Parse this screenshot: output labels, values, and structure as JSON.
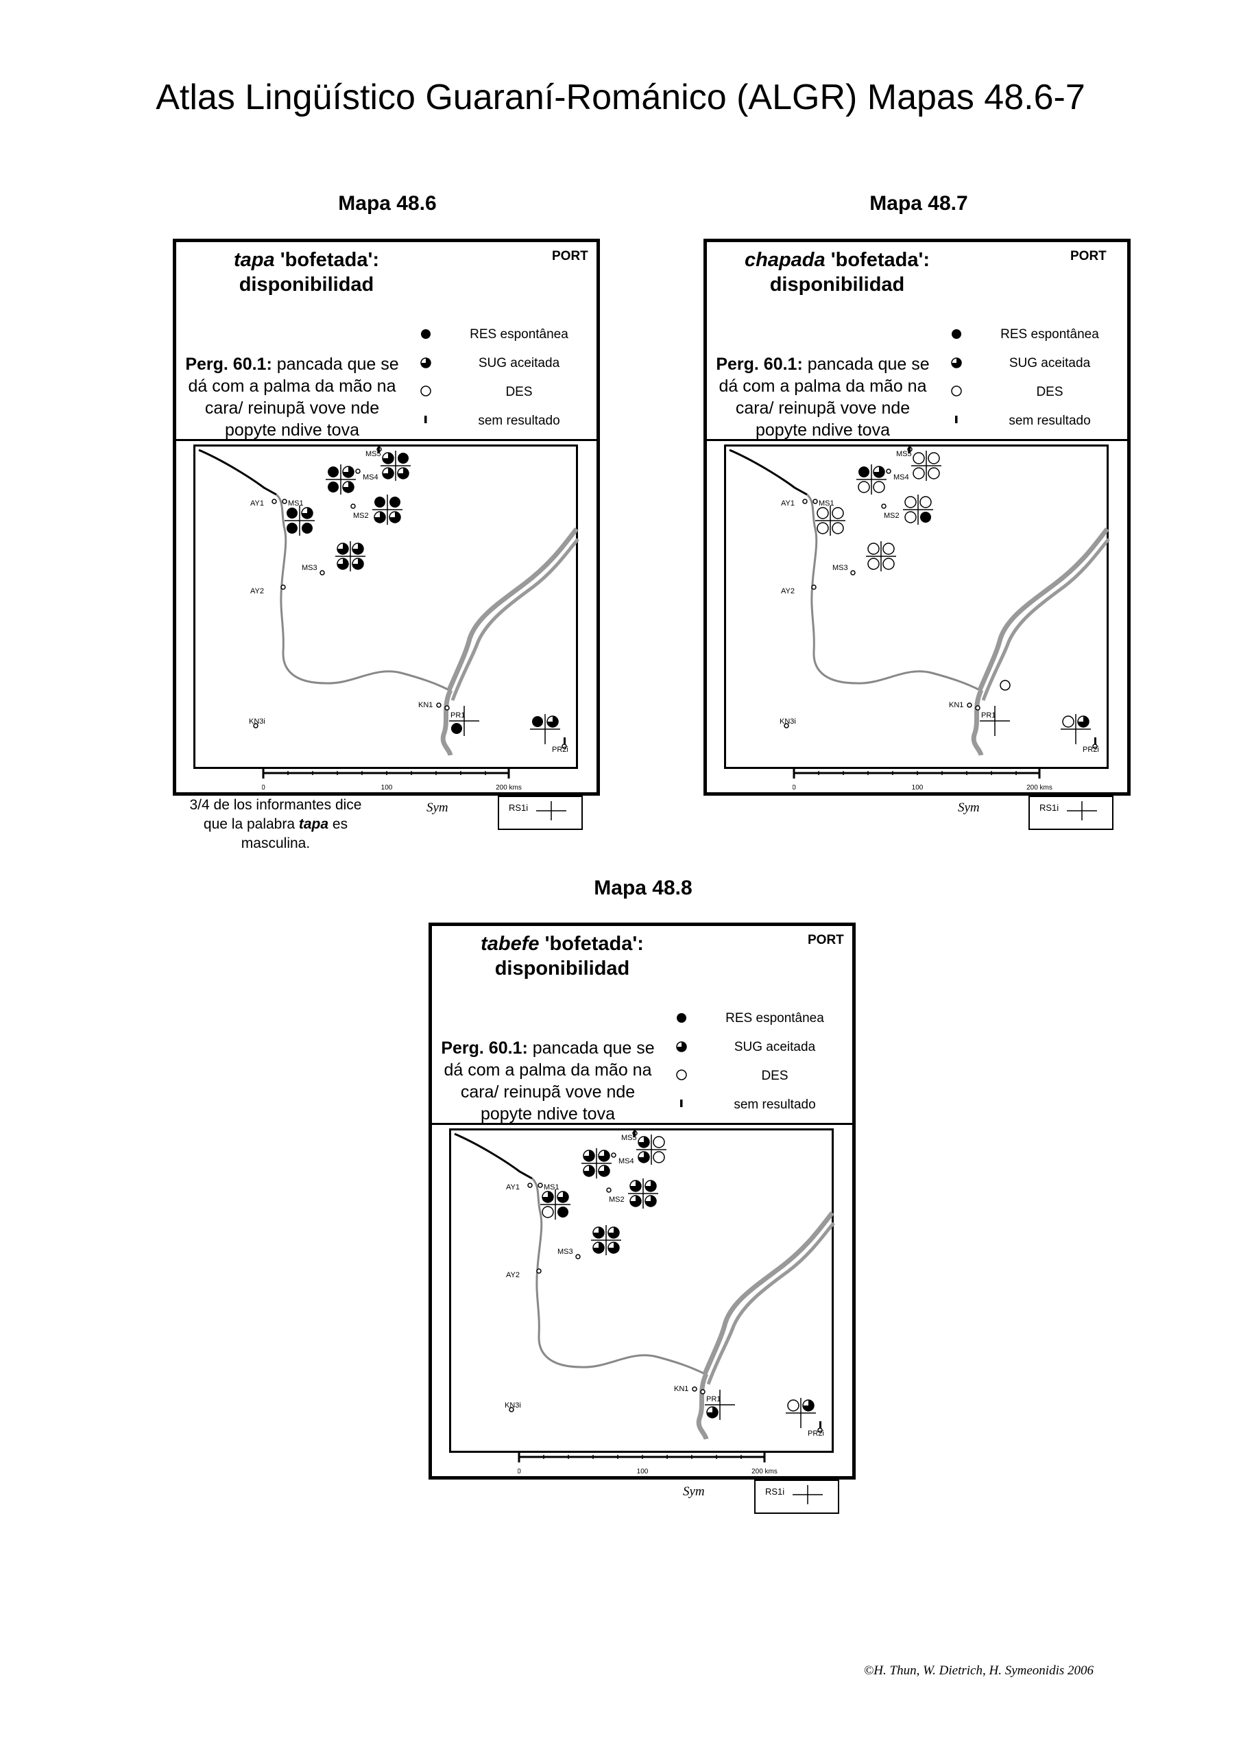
{
  "page": {
    "title": "Atlas Lingüístico Guaraní-Románico (ALGR)  Mapas 48.6-7",
    "copyright": "©H. Thun, W. Dietrich, H. Symeonidis 2006"
  },
  "legend": {
    "region_code": "PORT",
    "question_number": "Perg. 60.1:",
    "question_text": "pancada que se dá com a palma da mão na cara/ reinupã vove nde popyte ndive tova",
    "items": [
      {
        "icon": "filled-circle-icon",
        "label": "RES espontânea"
      },
      {
        "icon": "three-quarter-circle-icon",
        "label": "SUG aceitada"
      },
      {
        "icon": "empty-circle-icon",
        "label": "DES"
      },
      {
        "icon": "bar-icon",
        "label": "sem resultado"
      }
    ]
  },
  "map_labels": {
    "points": [
      "MS5",
      "MS4",
      "AY1",
      "MS1",
      "MS2",
      "MS3",
      "AY2",
      "KN1",
      "PR1",
      "KN3i",
      "PR2i"
    ],
    "scale": [
      "0",
      "100",
      "200 kms"
    ],
    "sym": "Sym",
    "rs1i": "RS1i"
  },
  "maps": [
    {
      "caption": "Mapa 48.6",
      "term": "tapa",
      "gloss": "'bofetada':",
      "subtitle": "disponibilidad",
      "note_pre": "3/4 de los informantes dice que la palabra",
      "note_term": "tapa",
      "note_post": "es masculina."
    },
    {
      "caption": "Mapa 48.7",
      "term": "chapada",
      "gloss": "'bofetada':",
      "subtitle": "disponibilidad"
    },
    {
      "caption": "Mapa 48.8",
      "term": "tabefe",
      "gloss": "'bofetada':",
      "subtitle": "disponibilidad"
    }
  ]
}
